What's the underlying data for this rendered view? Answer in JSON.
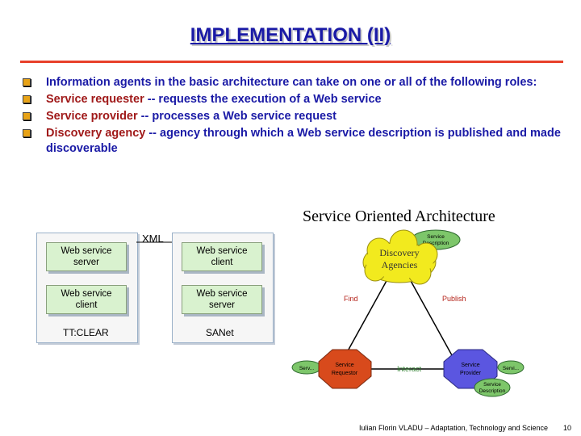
{
  "slide": {
    "title": "IMPLEMENTATION (II)",
    "bullets": [
      {
        "prefix": "",
        "text": "Information agents in the basic architecture can take on one or all of the following roles:"
      },
      {
        "prefix": "Service requester",
        "text": " -- requests the execution of a Web service"
      },
      {
        "prefix": "Service provider",
        "text": " -- processes a Web service request"
      },
      {
        "prefix": "Discovery agency",
        "text": " -- agency through which a Web service description is published and made discoverable"
      }
    ],
    "footer": "Iulian Florin VLADU – Adaptation, Technology and Science",
    "page_number": "10"
  },
  "left_diagram": {
    "connector_label": "XML",
    "groups": [
      {
        "label": "TT:CLEAR",
        "boxes": [
          [
            "Web service",
            "server"
          ],
          [
            "Web service",
            "client"
          ]
        ]
      },
      {
        "label": "SANet",
        "boxes": [
          [
            "Web service",
            "client"
          ],
          [
            "Web service",
            "server"
          ]
        ]
      }
    ]
  },
  "soa_diagram": {
    "title": "Service Oriented Architecture",
    "nodes": {
      "discovery": [
        "Discovery",
        "Agencies"
      ],
      "requester": [
        "Service",
        "Requestor"
      ],
      "provider": [
        "Service",
        "Provider"
      ]
    },
    "side_labels": {
      "discovery_desc": [
        "Service",
        "Description"
      ],
      "requester_side": "Serv...",
      "provider_side": "Servi...",
      "provider_desc": [
        "Service",
        "Description"
      ]
    },
    "edges": {
      "find": "Find",
      "publish": "Publish",
      "interact": "Interact"
    },
    "colors": {
      "discovery": "#f2ea1e",
      "requester": "#d84a1c",
      "provider": "#5b56e0",
      "leaf": "#7dc66a",
      "edge_label": "#b4231a",
      "interact_label": "#2a7a2a"
    }
  }
}
